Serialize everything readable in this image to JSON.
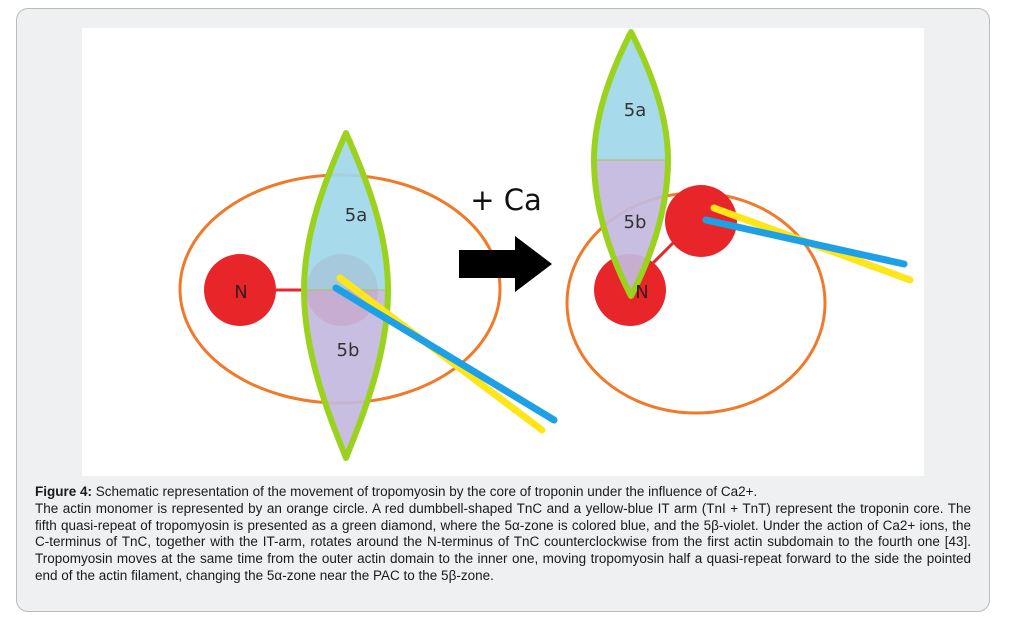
{
  "diagram": {
    "before": {
      "n_label": "N",
      "zone_a_label": "5a",
      "zone_b_label": "5b"
    },
    "arrow_label": "+ Ca",
    "after": {
      "n_label": "N",
      "zone_a_label": "5a",
      "zone_b_label": "5b"
    },
    "colors": {
      "actin": "#f07a2a",
      "tnc": "#e8262a",
      "diamond_outline": "#9ad21e",
      "zone_a": "#9fd8ea",
      "zone_b": "#c3b8de",
      "it_arm_yellow": "#ffe61a",
      "it_arm_blue": "#1ea0e6",
      "arrow": "#000000"
    }
  },
  "caption": {
    "figure_label": "Figure 4:",
    "title": "Schematic representation of the movement of tropomyosin by the core of troponin under the influence of Ca2+.",
    "body": "The actin monomer is represented by an orange circle. A red dumbbell-shaped TnC and a yellow-blue IT arm (TnI + TnT) represent the troponin core. The fifth quasi-repeat of tropomyosin is presented as a green diamond, where the 5α-zone is colored blue, and the 5β-violet. Under the action of Ca2+ ions, the C-terminus of TnC, together with the IT-arm, rotates around the N-terminus of TnC counterclockwise from the first actin subdomain to the fourth one [43]. Tropomyosin moves at the same time from the outer actin domain to the inner one, moving tropomyosin half a quasi-repeat forward to the side the pointed end of the actin filament, changing the 5α-zone near the PAC to the 5β-zone."
  }
}
